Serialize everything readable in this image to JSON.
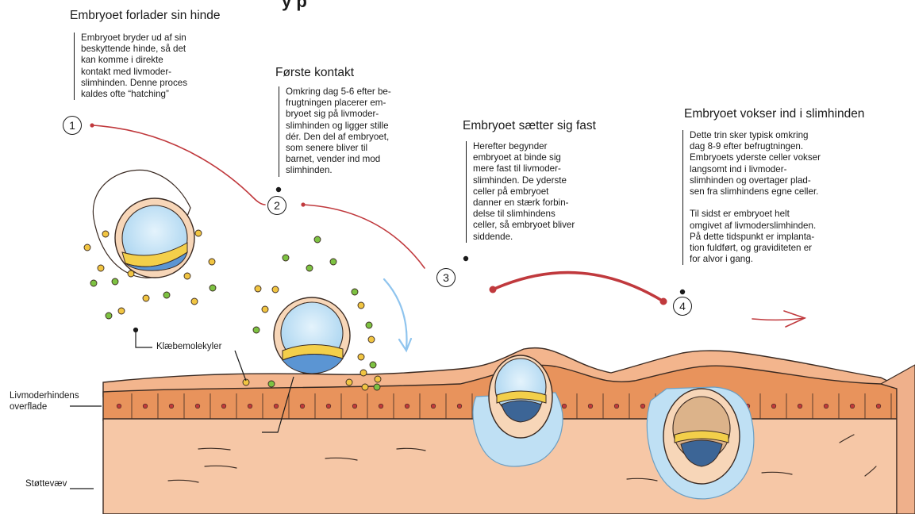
{
  "title_fragment": "y  p",
  "steps": [
    {
      "number": "1",
      "heading": "Embryoet forlader sin hinde",
      "text": "Embryoet bryder ud af sin\nbeskyttende hinde, så det\nkan komme i direkte\nkontakt med livmoder-\nslimhinden. Denne proces\nkaldes ofte “hatching”"
    },
    {
      "number": "2",
      "heading": "Første kontakt",
      "text": "Omkring dag 5-6 efter be-\nfrugtningen placerer em-\nbryoet sig på livmoder-\nslimhinden og ligger stille\ndér. Den del af embryoet,\nsom senere bliver til\nbarnet, vender ind mod\nslimhinden."
    },
    {
      "number": "3",
      "heading": "Embryoet sætter sig fast",
      "text": "Herefter begynder\nembryoet at binde sig\nmere fast til livmoder-\nslimhinden. De yderste\nceller på embryoet\ndanner en stærk forbin-\ndelse til slimhindens\nceller, så embryoet bliver\nsiddende."
    },
    {
      "number": "4",
      "heading": "Embryoet vokser ind i slimhinden",
      "text": "Dette trin sker typisk omkring\ndag 8-9 efter befrugtningen.\nEmbryoets yderste celler vokser\nlangsomt ind i livmoder-\nslimhinden og overtager plad-\nsen fra slimhindens egne celler.\n\nTil sidst er embryoet helt\nomgivet af livmoderslimhinden.\nPå dette tidspunkt er implanta-\ntion fuldført, og graviditeten er\nfor alvor i gang."
    }
  ],
  "labels": {
    "adhesion_molecules": "Klæbemolekyler",
    "uterine_surface": "Livmoderhindens\noverflade",
    "support_tissue": "Støttevæv"
  },
  "colors": {
    "arrow_red": "#c0393d",
    "tissue_base": "#f6c7a6",
    "tissue_surface": "#e8935c",
    "embryo_fluid": "#bfe0f4",
    "inner_cells": "#f3cf4a",
    "inner_mass_blue": "#5b95d3",
    "molecule_green": "#7dc242",
    "molecule_yellow": "#f1c542",
    "flow_blue": "#8fc4ee"
  }
}
